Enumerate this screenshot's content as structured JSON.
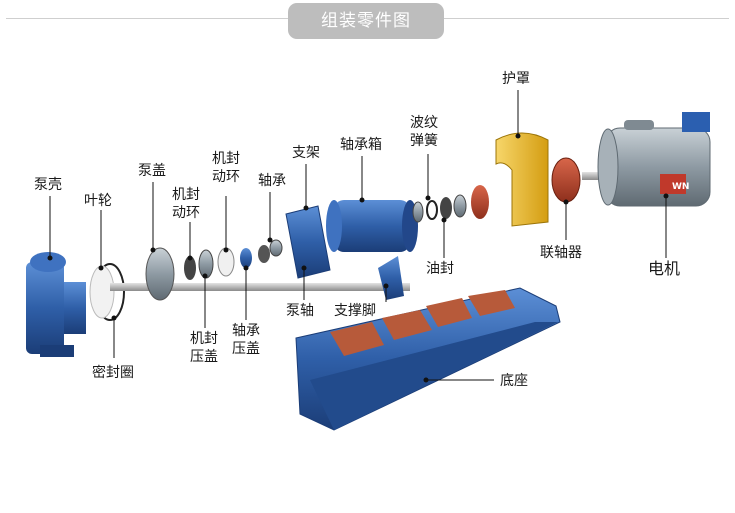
{
  "header": {
    "title": "组装零件图"
  },
  "parts": {
    "pump_casing": "泵壳",
    "impeller": "叶轮",
    "seal_ring": "密封圈",
    "pump_cover": "泵盖",
    "seal_rotor_1": "机封\n动环",
    "seal_rotor_2": "机封\n动环",
    "seal_gland": "机封\n压盖",
    "bearing": "轴承",
    "bearing_cover": "轴承\n压盖",
    "bracket": "支架",
    "pump_shaft": "泵轴",
    "bearing_box": "轴承箱",
    "support_foot": "支撑脚",
    "wave_spring": "波纹\n弹簧",
    "oil_seal": "油封",
    "guard": "护罩",
    "coupling": "联轴器",
    "motor": "电机",
    "base": "底座"
  },
  "motor_badge": "WN",
  "colors": {
    "part_blue": "#2f5fa8",
    "guard_yellow": "#e8b923",
    "coupling_red": "#b5432a",
    "motor_grey": "#8e9aa3"
  }
}
